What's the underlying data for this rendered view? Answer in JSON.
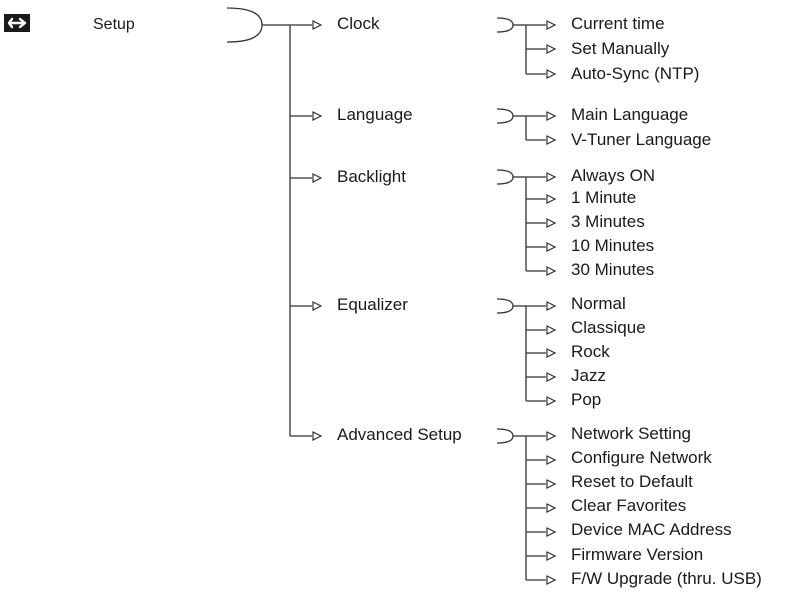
{
  "root": {
    "icon": "wrench-icon",
    "label": "Setup",
    "children": [
      {
        "label": "Clock",
        "children": [
          "Current time",
          "Set Manually",
          "Auto-Sync (NTP)"
        ]
      },
      {
        "label": "Language",
        "children": [
          "Main Language",
          "V-Tuner Language"
        ]
      },
      {
        "label": "Backlight",
        "children": [
          "Always ON",
          "1 Minute",
          "3 Minutes",
          "10 Minutes",
          "30 Minutes"
        ]
      },
      {
        "label": "Equalizer",
        "children": [
          "Normal",
          "Classique",
          "Rock",
          "Jazz",
          "Pop"
        ]
      },
      {
        "label": "Advanced Setup",
        "children": [
          "Network Setting",
          "Configure Network",
          "Reset to Default",
          "Clear Favorites",
          "Device MAC Address",
          "Firmware Version",
          "F/W Upgrade (thru. USB)"
        ]
      }
    ]
  }
}
